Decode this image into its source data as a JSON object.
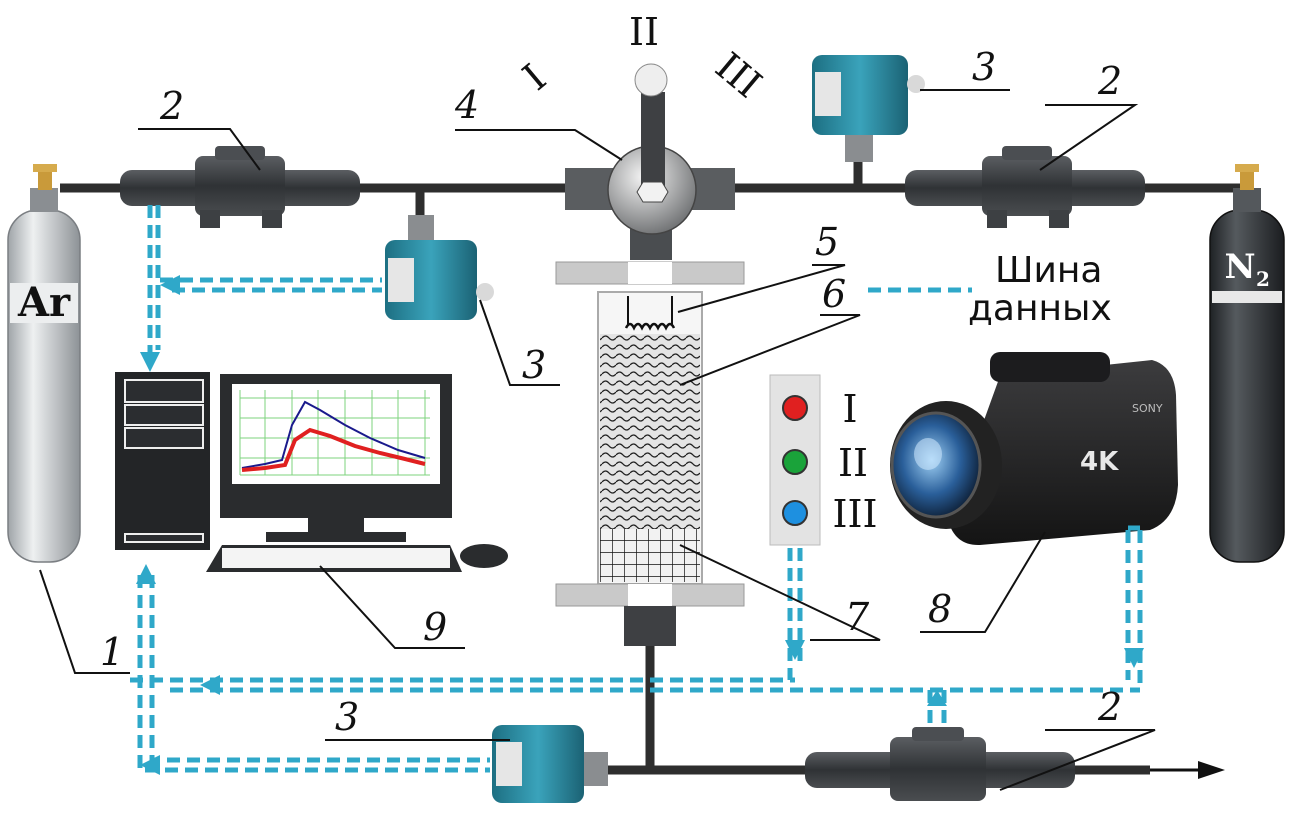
{
  "labels": {
    "n1": "1",
    "n2a": "2",
    "n2b": "2",
    "n2c": "2",
    "n3a": "3",
    "n3b": "3",
    "n3c": "3",
    "n4": "4",
    "n5": "5",
    "n6": "6",
    "n7": "7",
    "n8": "8",
    "n9": "9"
  },
  "valve_positions": {
    "p1": "I",
    "p2": "II",
    "p3": "III"
  },
  "indicator": {
    "items": [
      {
        "label": "I",
        "color": "#e02020"
      },
      {
        "label": "II",
        "color": "#1aa33a"
      },
      {
        "label": "III",
        "color": "#1e90e0"
      }
    ]
  },
  "legend": {
    "line1": "Шина",
    "line2": "данных",
    "color": "#2fa8c9"
  },
  "cylinders": {
    "left": {
      "gas": "Ar",
      "color": "#c9cdd1"
    },
    "right": {
      "gas": "N",
      "subscript": "2",
      "color": "#2d3034"
    }
  },
  "camera": {
    "badge": "4K",
    "brand": "SONY"
  },
  "colors": {
    "bus": "#2fa8c9",
    "sensor": "#2a8fa6",
    "pipe": "#2e2e2e"
  }
}
